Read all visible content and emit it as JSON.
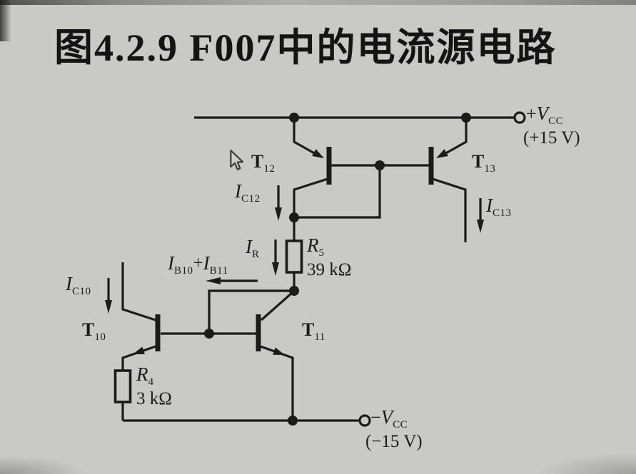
{
  "slide": {
    "title": "图4.2.9 F007中的电流源电路",
    "background_color": "#c9c9c5",
    "ink_color": "#1b1b1b"
  },
  "power_rails": {
    "positive": {
      "sign": "+",
      "symbol": "V",
      "sub": "CC",
      "value": "(+15 V)"
    },
    "negative": {
      "sign": "−",
      "symbol": "V",
      "sub": "CC",
      "value": "(−15 V)"
    }
  },
  "transistors": {
    "t12": {
      "symbol": "T",
      "sub": "12",
      "type": "PNP"
    },
    "t13": {
      "symbol": "T",
      "sub": "13",
      "type": "PNP"
    },
    "t10": {
      "symbol": "T",
      "sub": "10",
      "type": "NPN"
    },
    "t11": {
      "symbol": "T",
      "sub": "11",
      "type": "NPN"
    }
  },
  "resistors": {
    "r5": {
      "symbol": "R",
      "sub": "5",
      "value": "39 kΩ"
    },
    "r4": {
      "symbol": "R",
      "sub": "4",
      "value": "3 kΩ"
    }
  },
  "currents": {
    "ic12": {
      "symbol": "I",
      "sub": "C12",
      "direction": "down"
    },
    "ic13": {
      "symbol": "I",
      "sub": "C13",
      "direction": "down"
    },
    "ic10": {
      "symbol": "I",
      "sub": "C10",
      "direction": "down"
    },
    "ir": {
      "symbol": "I",
      "sub": "R",
      "direction": "down"
    },
    "ib_sum": {
      "symbol1": "I",
      "sub1": "B10",
      "operator": "+",
      "symbol2": "I",
      "sub2": "B11",
      "direction": "left"
    }
  },
  "cursor": {
    "icon": "mouse-pointer-icon"
  }
}
